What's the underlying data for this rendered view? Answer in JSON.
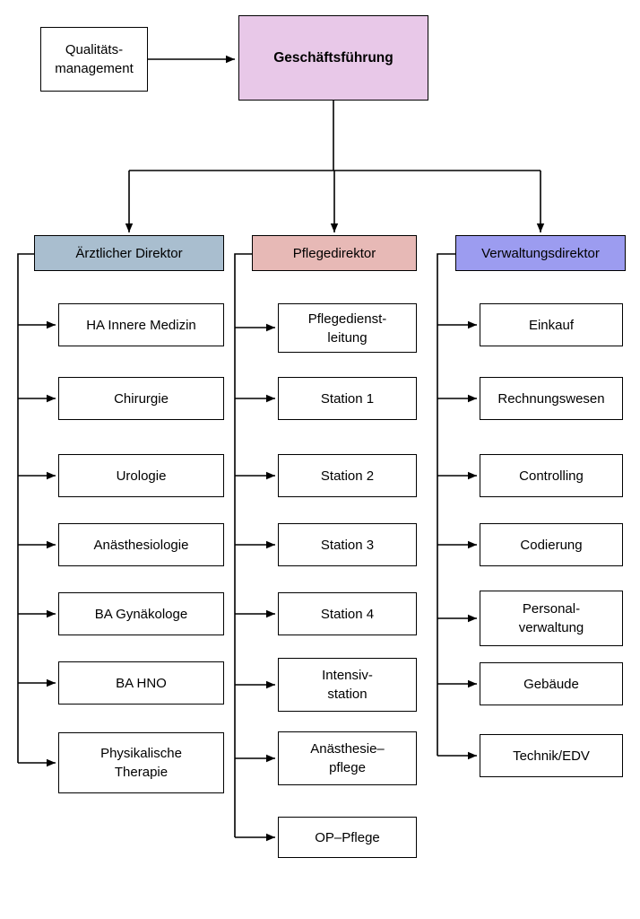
{
  "diagram": {
    "staff_unit": {
      "label": "Qualitäts-\nmanagement",
      "fill": "#ffffff"
    },
    "root": {
      "label": "Geschäftsführung",
      "fill": "#e8c8e8"
    },
    "branches": [
      {
        "head": {
          "label": "Ärztlicher Direktor",
          "fill": "#a9becf"
        },
        "children": [
          {
            "label": "HA Innere Medizin"
          },
          {
            "label": "Chirurgie"
          },
          {
            "label": "Urologie"
          },
          {
            "label": "Anästhesiologie"
          },
          {
            "label": "BA Gynäkologe"
          },
          {
            "label": "BA HNO"
          },
          {
            "label": "Physikalische\nTherapie"
          }
        ]
      },
      {
        "head": {
          "label": "Pflegedirektor",
          "fill": "#e7b9b6"
        },
        "children": [
          {
            "label": "Pflegedienst-\nleitung"
          },
          {
            "label": "Station 1"
          },
          {
            "label": "Station 2"
          },
          {
            "label": "Station 3"
          },
          {
            "label": "Station 4"
          },
          {
            "label": "Intensiv-\nstation"
          },
          {
            "label": "Anästhesie–\npflege"
          },
          {
            "label": "OP–Pflege"
          }
        ]
      },
      {
        "head": {
          "label": "Verwaltungsdirektor",
          "fill": "#9c9cf0"
        },
        "children": [
          {
            "label": "Einkauf"
          },
          {
            "label": "Rechnungswesen"
          },
          {
            "label": "Controlling"
          },
          {
            "label": "Codierung"
          },
          {
            "label": "Personal-\nverwaltung"
          },
          {
            "label": "Gebäude"
          },
          {
            "label": "Technik/EDV"
          }
        ]
      }
    ]
  }
}
